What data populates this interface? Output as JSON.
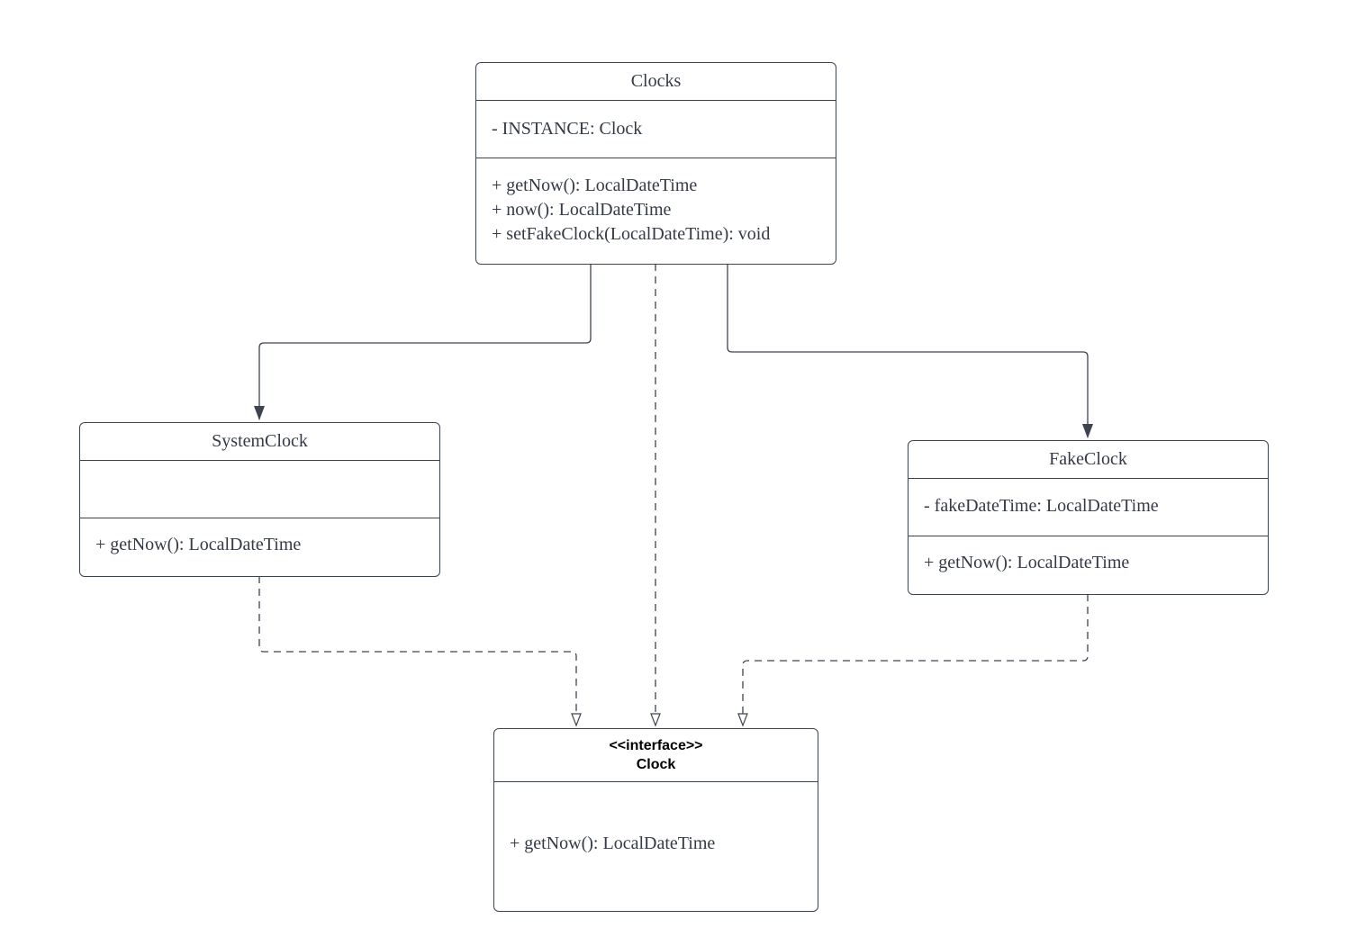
{
  "classes": {
    "clocks": {
      "name": "Clocks",
      "attributes": [
        "- INSTANCE: Clock"
      ],
      "methods": [
        "+ getNow(): LocalDateTime",
        "+ now(): LocalDateTime",
        "+ setFakeClock(LocalDateTime): void"
      ]
    },
    "system_clock": {
      "name": "SystemClock",
      "attributes": [],
      "methods": [
        "+ getNow(): LocalDateTime"
      ]
    },
    "fake_clock": {
      "name": "FakeClock",
      "attributes": [
        "- fakeDateTime: LocalDateTime"
      ],
      "methods": [
        "+ getNow(): LocalDateTime"
      ]
    },
    "clock_interface": {
      "stereotype": "<<interface>>",
      "name": "Clock",
      "methods": [
        "+ getNow(): LocalDateTime"
      ]
    }
  },
  "relations": [
    {
      "from": "Clocks",
      "to": "SystemClock",
      "kind": "association"
    },
    {
      "from": "Clocks",
      "to": "FakeClock",
      "kind": "association"
    },
    {
      "from": "Clocks",
      "to": "Clock",
      "kind": "dependency"
    },
    {
      "from": "SystemClock",
      "to": "Clock",
      "kind": "realization"
    },
    {
      "from": "FakeClock",
      "to": "Clock",
      "kind": "realization"
    }
  ],
  "colors": {
    "line": "#3d4450",
    "text": "#333a45",
    "background": "#ffffff"
  }
}
